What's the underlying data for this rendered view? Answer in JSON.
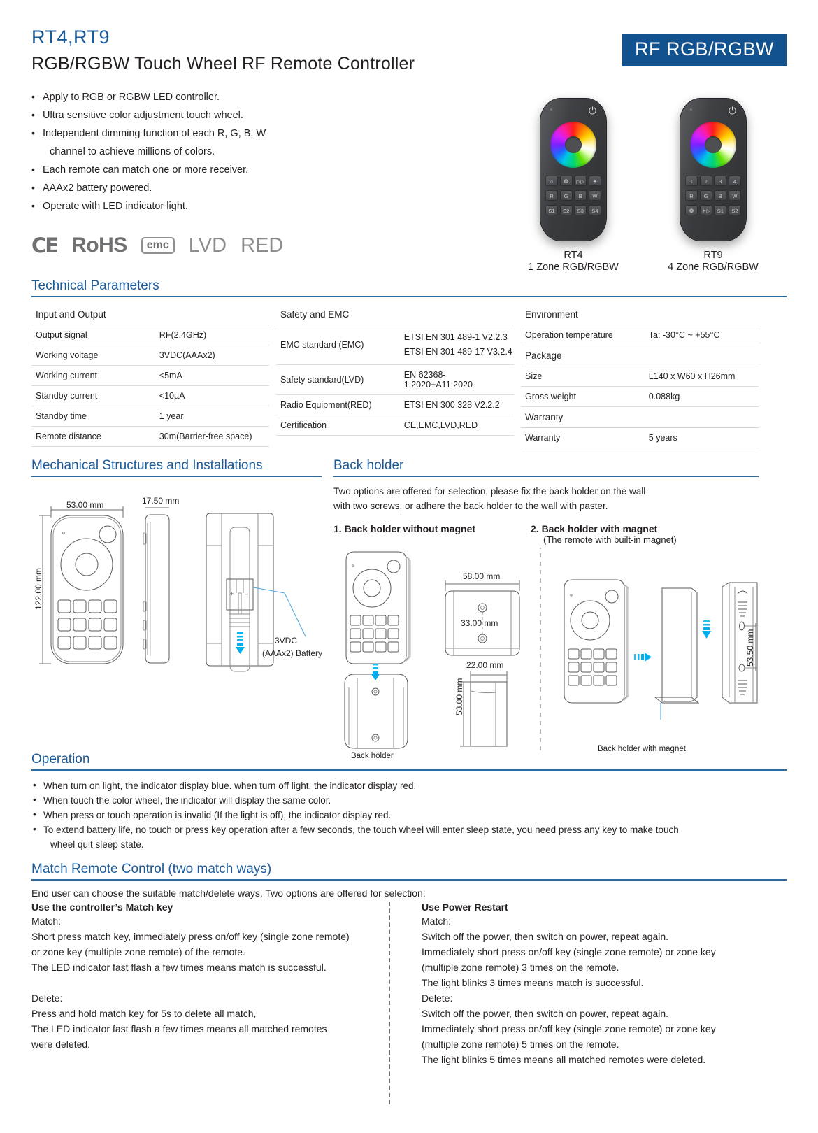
{
  "header": {
    "model_code": "RT4,RT9",
    "product_title": "RGB/RGBW Touch Wheel RF Remote Controller",
    "badge": "RF RGB/RGBW",
    "badge_color": "#12538f",
    "accent_color": "#1b5a99"
  },
  "features": [
    "Apply to RGB or RGBW LED controller.",
    "Ultra sensitive color adjustment touch wheel.",
    "Independent dimming function of each R, G, B, W",
    "channel to achieve millions of colors.",
    "Each remote can match one or more receiver.",
    "AAAx2 battery powered.",
    "Operate with LED indicator light."
  ],
  "certifications": [
    "CE",
    "RoHS",
    "emc",
    "LVD",
    "RED"
  ],
  "remotes": [
    {
      "name": "RT4",
      "zones": "1 Zone RGB/RGBW",
      "keys": [
        [
          "○",
          "❂",
          "▷▷",
          "☀"
        ],
        [
          "R",
          "G",
          "B",
          "W"
        ],
        [
          "S1",
          "S2",
          "S3",
          "S4"
        ]
      ]
    },
    {
      "name": "RT9",
      "zones": "4 Zone RGB/RGBW",
      "keys": [
        [
          "1",
          "2",
          "3",
          "4"
        ],
        [
          "R",
          "G",
          "B",
          "W"
        ],
        [
          "❂",
          "☀▷",
          "S1",
          "S2"
        ]
      ]
    }
  ],
  "technical_parameters": {
    "heading": "Technical Parameters",
    "columns": [
      {
        "group": "Input and Output",
        "rows": [
          {
            "key": "Output signal",
            "value": "RF(2.4GHz)"
          },
          {
            "key": "Working voltage",
            "value": "3VDC(AAAx2)"
          },
          {
            "key": "Working current",
            "value": "<5mA"
          },
          {
            "key": "Standby current",
            "value": "<10µA"
          },
          {
            "key": "Standby time",
            "value": "1 year"
          },
          {
            "key": "Remote distance",
            "value": "30m(Barrier-free space)"
          }
        ]
      },
      {
        "group": "Safety and EMC",
        "rows": [
          {
            "key": "EMC standard (EMC)",
            "value": "ETSI EN 301 489-1 V2.2.3",
            "value2": "ETSI EN 301 489-17 V3.2.4"
          },
          {
            "key": "Safety standard(LVD)",
            "value": "EN 62368-1:2020+A11:2020"
          },
          {
            "key": "Radio Equipment(RED)",
            "value": "ETSI EN 300 328 V2.2.2"
          },
          {
            "key": "Certification",
            "value": "CE,EMC,LVD,RED"
          }
        ]
      },
      {
        "group": "Environment",
        "rows": [
          {
            "key": "Operation temperature",
            "value": "Ta: -30°C ~ +55°C"
          }
        ],
        "group2": "Package",
        "rows2": [
          {
            "key": "Size",
            "value": "L140 x W60 x H26mm"
          },
          {
            "key": "Gross weight",
            "value": "0.088kg"
          }
        ],
        "group3": "Warranty",
        "rows3": [
          {
            "key": "Warranty",
            "value": "5 years"
          }
        ]
      }
    ]
  },
  "mechanical": {
    "heading": "Mechanical Structures and Installations",
    "dim_width": "53.00 mm",
    "dim_height": "122.00 mm",
    "dim_thickness": "17.50 mm",
    "battery_label_1": "3VDC",
    "battery_label_2": "(AAAx2) Battery"
  },
  "back_holder": {
    "heading": "Back holder",
    "intro_line1": "Two options are offered for selection, please fix the back holder on the wall",
    "intro_line2": "with two screws, or adhere the back holder to the wall with paster.",
    "option1_title": "1. Back holder without magnet",
    "option2_title": "2. Back holder with magnet",
    "option2_sub": "(The remote with built-in magnet)",
    "dim_58": "58.00 mm",
    "dim_33": "33.00 mm",
    "dim_22": "22.00 mm",
    "dim_53": "53.00 mm",
    "dim_5350": "53.50 mm",
    "caption1": "Back holder",
    "caption2": "Back holder with magnet"
  },
  "operation": {
    "heading": "Operation",
    "items": [
      "When turn on light, the indicator display blue. when turn off light, the indicator display red.",
      "When touch the color wheel, the indicator will display the same color.",
      "When press or touch operation is invalid (If the light is off), the indicator display red.",
      "To extend battery life, no touch or press key operation after a few seconds, the touch wheel will enter sleep state, you need press any key to make touch",
      "wheel quit sleep state."
    ]
  },
  "match": {
    "heading": "Match Remote Control (two match ways)",
    "intro": "End user can choose the suitable match/delete ways. Two options are offered for selection:",
    "left": {
      "title": "Use the controller’s Match key",
      "match_label": "Match:",
      "match_lines": [
        "Short press match key, immediately press on/off key (single zone remote)",
        "or zone key (multiple zone remote) of the remote.",
        "The LED indicator fast flash a few times means match is successful."
      ],
      "delete_label": "Delete:",
      "delete_lines": [
        "Press and hold match key for 5s to delete all match,",
        "The LED indicator fast flash a few times means all matched remotes",
        "were deleted."
      ]
    },
    "right": {
      "title": "Use Power Restart",
      "match_label": "Match:",
      "match_lines": [
        "Switch off the power, then switch on power, repeat again.",
        "Immediately short press on/off key (single zone remote) or zone key",
        "(multiple zone remote) 3 times on the remote.",
        "The light blinks 3 times means match is successful."
      ],
      "delete_label": "Delete:",
      "delete_lines": [
        "Switch off the power, then switch on power, repeat again.",
        "Immediately short press on/off key (single zone remote) or zone key",
        "(multiple zone remote) 5 times on the remote.",
        "The light blinks 5 times means all matched remotes were deleted."
      ]
    }
  }
}
